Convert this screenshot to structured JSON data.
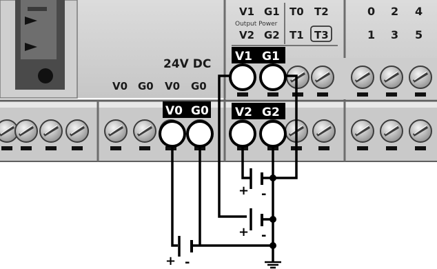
{
  "module": {
    "header_labels": [
      "V1",
      "G1",
      "T0",
      "T2",
      "V2",
      "G2",
      "T1",
      "T3"
    ],
    "output_power_label": "Output Power",
    "right_digits_top": [
      "0",
      "2",
      "4"
    ],
    "right_digits_bottom": [
      "1",
      "3",
      "5"
    ],
    "supply_label": "24V DC",
    "supply_terminals": [
      "V0",
      "G0",
      "V0",
      "G0"
    ]
  },
  "callouts": {
    "v0": "V0",
    "g0": "G0",
    "v1": "V1",
    "g1": "G1",
    "v2": "V2",
    "g2": "G2"
  },
  "batteries": {
    "plus": "+",
    "minus": "-"
  },
  "icons": [
    "power-plug-icon",
    "terminal-screw-icon",
    "battery-icon",
    "ground-icon"
  ],
  "colors": {
    "housing": "#d3d3d3",
    "housing_dark": "#6d6d6d",
    "plug": "#5a5a5a",
    "callout_fill": "#ffffff",
    "wire": "#000000"
  }
}
